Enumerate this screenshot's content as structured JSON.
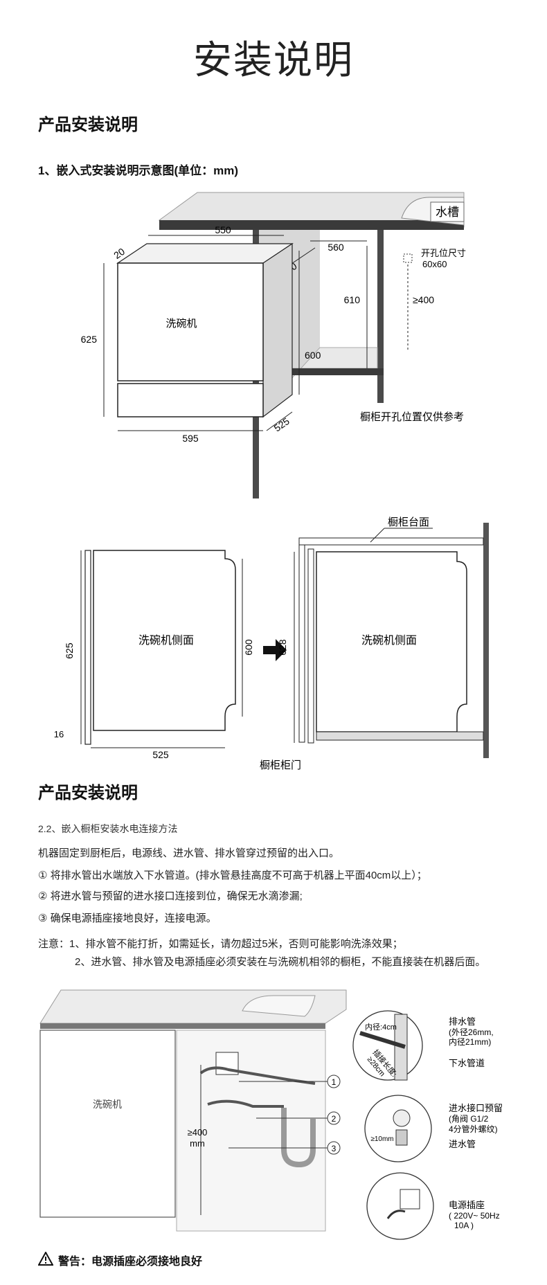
{
  "page_title": "安装说明",
  "section1": {
    "heading": "产品安装说明",
    "sub_heading": "1、嵌入式安装说明示意图(单位：mm)"
  },
  "diagram1": {
    "sink_label": "水槽",
    "hole_label_line1": "开孔位尺寸",
    "hole_label_line2": "60x60",
    "cabinet_note": "橱柜开孔位置仅供参考",
    "dishwasher_label": "洗碗机",
    "dims": {
      "cabinet_width": "560",
      "cabinet_depth": "550",
      "cabinet_height": "610",
      "hole_height": "≥400",
      "top_depth": "550",
      "top_offset": "20",
      "machine_height": "625",
      "machine_side_height": "600",
      "machine_width": "595",
      "machine_depth": "525"
    }
  },
  "diagram2": {
    "side_label_left": "洗碗机侧面",
    "side_label_right": "洗碗机侧面",
    "countertop_label": "橱柜台面",
    "cabinet_door_label": "橱柜柜门",
    "dims": {
      "left_height": "625",
      "inner_height": "600",
      "foot_height": "16",
      "depth": "525",
      "installed_height": "628"
    }
  },
  "section2": {
    "heading": "产品安装说明",
    "sub_heading": "2.2、嵌入橱柜安装水电连接方法",
    "intro": "机器固定到厨柜后，电源线、进水管、排水管穿过预留的出入口。",
    "steps": [
      "① 将排水管出水端放入下水管道。(排水管悬挂高度不可高于机器上平面40cm以上）；",
      "② 将进水管与预留的进水接口连接到位，确保无水滴渗漏;",
      "③ 确保电源插座接地良好，连接电源。"
    ],
    "note_line1": "注意：1、排水管不能打折，如需延长，请勿超过5米，否则可能影响洗涤效果；",
    "note_line2": "2、进水管、排水管及电源插座必须安装在与洗碗机相邻的橱柜，不能直接装在机器后面。"
  },
  "diagram3": {
    "dishwasher_label": "洗碗机",
    "height_label_line1": "≥400",
    "height_label_line2": "mm",
    "marker1": "1",
    "marker2": "2",
    "marker3": "3",
    "inner_dia": "内径:4cm",
    "insert_len_line1": "插接长度:",
    "insert_len_line2": "≥28cm",
    "gap_label": "≥10mm",
    "drain_pipe_title": "排水管",
    "drain_pipe_line1": "(外径26mm,",
    "drain_pipe_line2": "内径21mm)",
    "sewer_pipe": "下水管道",
    "inlet_title": "进水接口预留",
    "inlet_line1": "(角阀 G1/2",
    "inlet_line2": "4分管外螺纹)",
    "inlet_pipe": "进水管",
    "power_title": "电源插座",
    "power_line1": "( 220V~ 50Hz",
    "power_line2": "10A )"
  },
  "warning": {
    "text": "警告：电源插座必须接地良好"
  }
}
